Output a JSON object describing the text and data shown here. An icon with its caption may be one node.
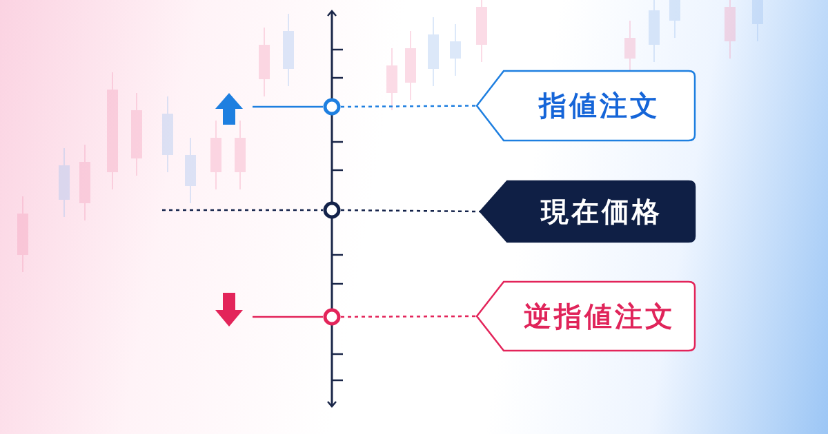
{
  "diagram": {
    "nodes": [
      {
        "text": [],
        "shape": "circle"
      },
      {
        "text": [
          "指値注文"
        ]
      },
      {
        "text": [],
        "shape": "circle"
      },
      {
        "text": [
          "現在価格"
        ]
      },
      {
        "text": [],
        "shape": "circle"
      },
      {
        "text": [
          "逆指値注文"
        ]
      }
    ],
    "edges": [
      {
        "from": 0,
        "to": 1,
        "arrow": "none",
        "style": "dashed",
        "color": "#1e7fe0"
      },
      {
        "from": 2,
        "to": 3,
        "arrow": "none",
        "style": "dashed",
        "color": "#13224a"
      },
      {
        "from": 4,
        "to": 5,
        "arrow": "none",
        "style": "dashed",
        "color": "#e3245a"
      },
      {
        "from": null,
        "to": 0,
        "arrow": "none",
        "color": "#1e7fe0"
      },
      {
        "from": null,
        "to": 2,
        "arrow": "none",
        "style": "dashed",
        "color": "#13224a"
      },
      {
        "from": null,
        "to": 4,
        "arrow": "none",
        "color": "#e3245a"
      }
    ]
  }
}
